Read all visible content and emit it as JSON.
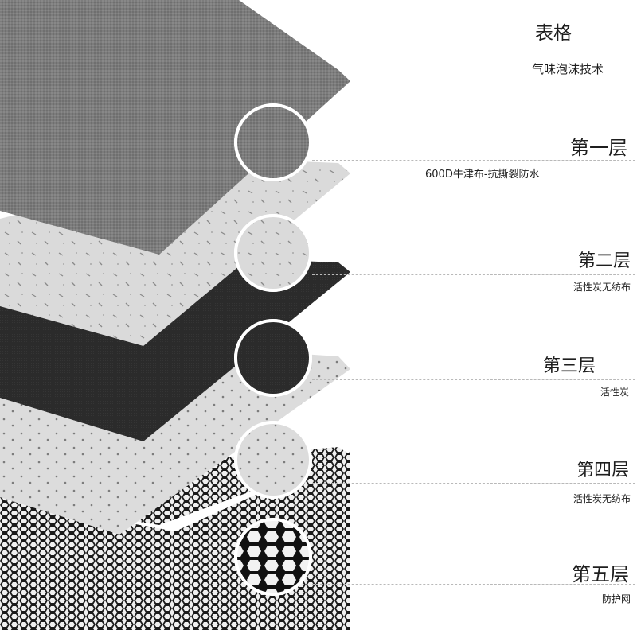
{
  "header": {
    "title": "表格",
    "subtitle": "气味泡沫技术"
  },
  "layers": [
    {
      "name": "第一层",
      "desc": "600D牛津布-抗撕裂防水",
      "swatch": "woven-gray"
    },
    {
      "name": "第二层",
      "desc": "活性炭无纺布",
      "swatch": "nonwoven-white"
    },
    {
      "name": "第三层",
      "desc": "活性炭",
      "swatch": "carbon-black"
    },
    {
      "name": "第四层",
      "desc": "活性炭无纺布",
      "swatch": "nonwoven-dotted"
    },
    {
      "name": "第五层",
      "desc": "防护网",
      "swatch": "hex-mesh"
    }
  ],
  "colors": {
    "fabric_gray": "#7a7a7a",
    "nonwoven": "#d9d9d9",
    "carbon": "#2a2a2a",
    "mesh": "#1a1a1a"
  }
}
